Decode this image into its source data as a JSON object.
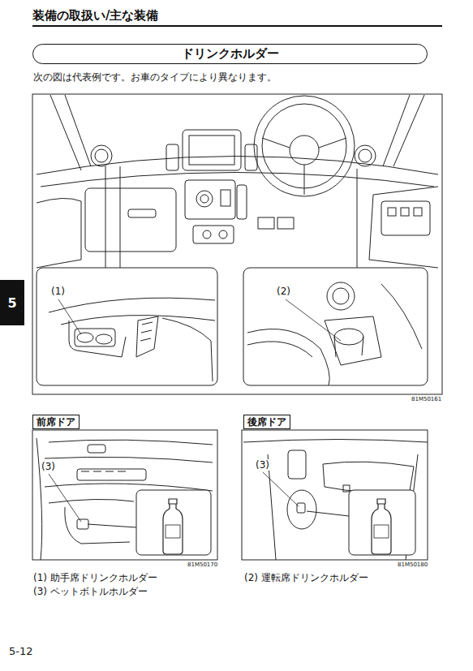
{
  "diagram": {
    "title": "装備の取扱い/主な装備",
    "nodes": [
      {
        "text": [
          "ドリンクホルダー"
        ]
      },
      {
        "text": [
          "前席ドア"
        ]
      },
      {
        "text": [
          "後席ドア"
        ]
      },
      {
        "text": [
          "5"
        ]
      }
    ],
    "labels": [
      "次の図は代表例です。お車のタイプにより異なります。",
      "(1)",
      "(2)",
      "81M50161",
      "(3)",
      "81M50170",
      "(3)",
      "81M50180",
      "(1) 助手席ドリンクホルダー",
      "(2) 運転席ドリンクホルダー",
      "(3) ペットボトルホルダー",
      "5-12"
    ]
  }
}
